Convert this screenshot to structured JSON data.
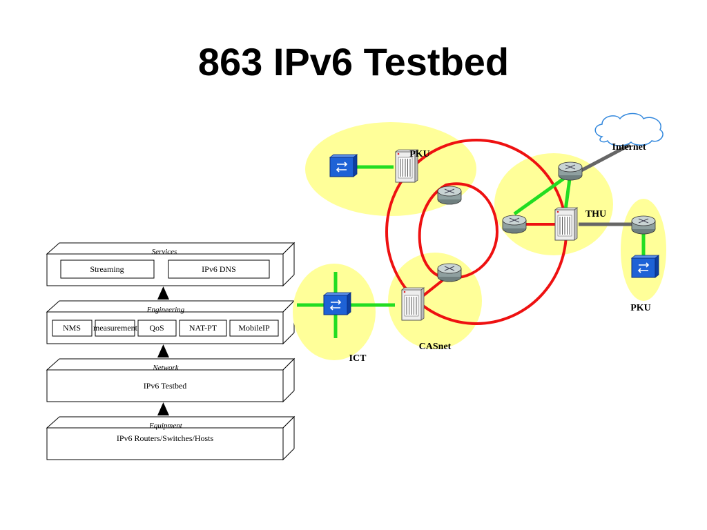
{
  "slide": {
    "title": "863 IPv6 Testbed"
  },
  "stack": {
    "layers": [
      {
        "name": "Services",
        "items": [
          "Streaming",
          "IPv6 DNS"
        ]
      },
      {
        "name": "Engineering",
        "items": [
          "NMS",
          "measurement",
          "QoS",
          "NAT-PT",
          "MobileIP"
        ]
      },
      {
        "name": "Network",
        "content": "IPv6 Testbed"
      },
      {
        "name": "Equipment",
        "content": "IPv6 Routers/Switches/Hosts"
      }
    ]
  },
  "network": {
    "sites": {
      "pku_top": "PKU",
      "internet": "Internet",
      "thu": "THU",
      "pku_right": "PKU",
      "casnet": "CASnet",
      "ict": "ICT"
    },
    "colors": {
      "ring": "#ee1111",
      "access_link": "#22dd22",
      "uplink": "#666666",
      "region": "#ffff99",
      "switch_blue": "#1e62d6"
    }
  }
}
